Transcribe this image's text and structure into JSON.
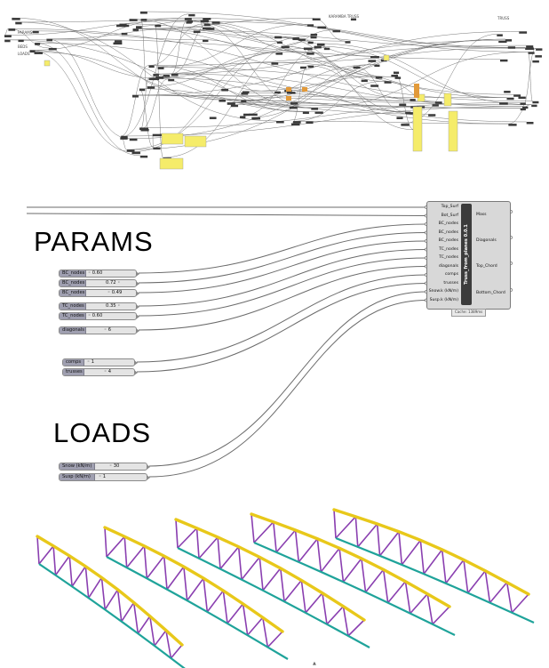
{
  "overview": {
    "label_karamba": "KARAMBA TRUSS",
    "label_truss": "TRUSS",
    "label_params": "PARAMS",
    "label_beds": "BEDS",
    "label_loads": "LOADS"
  },
  "headings": {
    "params": "PARAMS",
    "loads": "LOADS"
  },
  "component": {
    "title": "Truss_from_planes 0.0.1",
    "inputs": [
      "Top_Surf",
      "Bot_Surf",
      "BC_nodes",
      "BC_nodes",
      "BC_nodes",
      "TC_nodes",
      "TC_nodes",
      "diagonals",
      "comps",
      "trusses",
      "Snow.k (kN/m)",
      "Susp.k (kN/m)"
    ],
    "outputs": [
      "Mass",
      "Diagonals",
      "Top_Chord",
      "Bottom_Chord"
    ],
    "footer": "Cache: 1389ms"
  },
  "sliders": {
    "params": [
      {
        "name": "BC_nodes",
        "value": "0.60"
      },
      {
        "name": "BC_nodes",
        "value": "0.72"
      },
      {
        "name": "BC_nodes",
        "value": "0.49"
      },
      {
        "name": "TC_nodes",
        "value": "0.35"
      },
      {
        "name": "TC_nodes",
        "value": "0.60"
      },
      {
        "name": "diagonals",
        "value": "6"
      }
    ],
    "counts": [
      {
        "name": "comps",
        "value": "1"
      },
      {
        "name": "trusses",
        "value": "4"
      }
    ],
    "loads": [
      {
        "name": "Snow (kN/m)",
        "value": "30"
      },
      {
        "name": "Susp (kN/m)",
        "value": "1"
      }
    ]
  },
  "colors": {
    "top_chord": "#e8c81a",
    "diagonals": "#8a3fb0",
    "bottom_chord": "#1fa39a",
    "wire": "#6b6b6b",
    "slider_name_bg": "#9f9fb0"
  }
}
